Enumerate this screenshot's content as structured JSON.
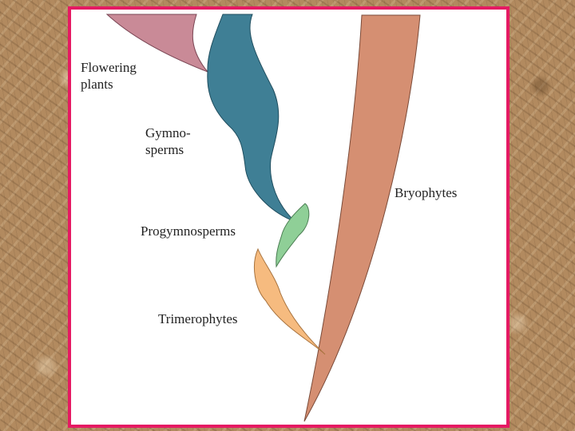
{
  "diagram": {
    "labels": {
      "flowering_line1": "Flowering",
      "flowering_line2": "plants",
      "gymno_line1": "Gymno-",
      "gymno_line2": "sperms",
      "bryophytes": "Bryophytes",
      "progymnosperms": "Progymnosperms",
      "trimerophytes": "Trimerophytes"
    },
    "colors": {
      "frame": "#e51a63",
      "flowering": "#c98a97",
      "gymnosperms": "#3f7f95",
      "progymnosperms": "#8fcf97",
      "trimerophytes": "#f6bb7f",
      "bryophytes": "#d58f72"
    }
  }
}
